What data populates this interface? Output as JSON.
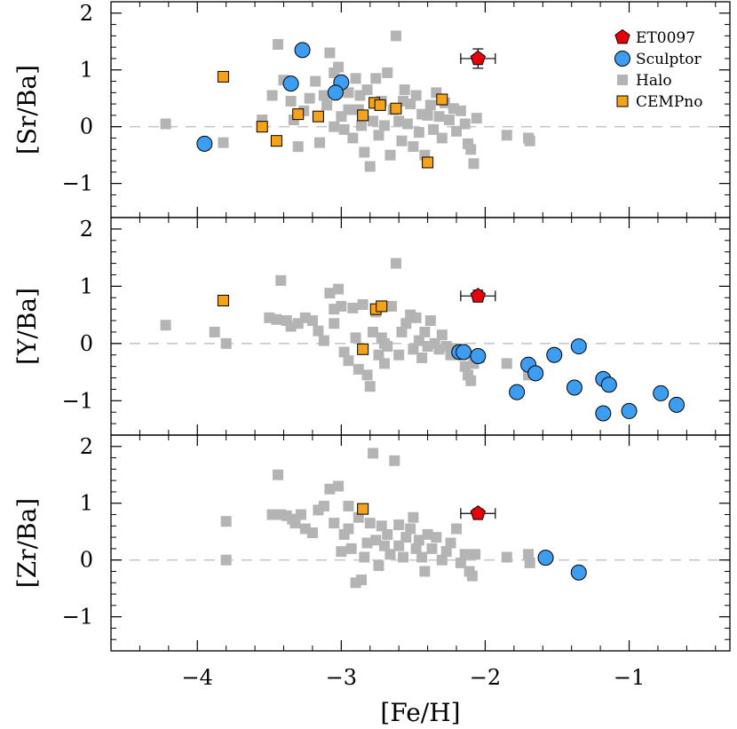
{
  "colors": {
    "et0097": "#e8000b",
    "sculptor": "#3d9df0",
    "halo": "#b4b4b4",
    "cempno": "#f5a31a",
    "zero_line": "#c8c8c8",
    "outline": "#000000"
  },
  "chart_data": {
    "type": "scatter",
    "xlabel": "[Fe/H]",
    "xlim": [
      -4.6,
      -0.3
    ],
    "x_ticks": [
      -4,
      -3,
      -2,
      -1
    ],
    "x_tick_labels": [
      "−4",
      "−3",
      "−2",
      "−1"
    ],
    "legend": {
      "position": "top-right",
      "entries": [
        {
          "name": "ET0097",
          "marker": "pentagon",
          "color": "#e8000b"
        },
        {
          "name": "Sculptor",
          "marker": "circle",
          "color": "#3d9df0"
        },
        {
          "name": "Halo",
          "marker": "square",
          "color": "#b4b4b4"
        },
        {
          "name": "CEMPno",
          "marker": "square",
          "color": "#f5a31a"
        }
      ]
    },
    "panels": [
      {
        "ylabel": "[Sr/Ba]",
        "ylim": [
          -1.6,
          2.2
        ],
        "y_ticks": [
          -1,
          0,
          1,
          2
        ],
        "y_tick_labels": [
          "−1",
          "0",
          "1",
          "2"
        ],
        "zero_line": true,
        "et0097": {
          "x": -2.05,
          "y": 1.2,
          "xerr": 0.12,
          "yerr": 0.17
        },
        "halo": [
          [
            -4.22,
            0.05
          ],
          [
            -3.82,
            -0.28
          ],
          [
            -3.55,
            0.12
          ],
          [
            -3.48,
            0.55
          ],
          [
            -3.44,
            1.45
          ],
          [
            -3.4,
            0.82
          ],
          [
            -3.35,
            0.45
          ],
          [
            -3.33,
            0.12
          ],
          [
            -3.3,
            -0.35
          ],
          [
            -3.26,
            0.28
          ],
          [
            -3.22,
            0.5
          ],
          [
            -3.18,
            0.8
          ],
          [
            -3.15,
            -0.28
          ],
          [
            -3.12,
            0.55
          ],
          [
            -3.1,
            0.38
          ],
          [
            -3.08,
            1.3
          ],
          [
            -3.05,
            0.95
          ],
          [
            -3.02,
            1.05
          ],
          [
            -3.0,
            0.18
          ],
          [
            -2.98,
            -0.05
          ],
          [
            -2.95,
            0.6
          ],
          [
            -2.92,
            -0.2
          ],
          [
            -2.9,
            0.85
          ],
          [
            -2.88,
            0.3
          ],
          [
            -2.86,
            0.02
          ],
          [
            -2.84,
            -0.45
          ],
          [
            -2.82,
            0.65
          ],
          [
            -2.8,
            -0.7
          ],
          [
            -2.78,
            0.1
          ],
          [
            -2.76,
            0.85
          ],
          [
            -2.74,
            -0.15
          ],
          [
            -2.72,
            0.45
          ],
          [
            -2.7,
            0.02
          ],
          [
            -2.68,
            0.95
          ],
          [
            -2.66,
            -0.5
          ],
          [
            -2.64,
            0.3
          ],
          [
            -2.62,
            1.6
          ],
          [
            -2.6,
            0.1
          ],
          [
            -2.58,
            -0.25
          ],
          [
            -2.56,
            0.65
          ],
          [
            -2.54,
            0.05
          ],
          [
            -2.52,
            0.4
          ],
          [
            -2.5,
            -0.35
          ],
          [
            -2.48,
            0.55
          ],
          [
            -2.46,
            -0.1
          ],
          [
            -2.44,
            0.22
          ],
          [
            -2.42,
            -0.5
          ],
          [
            -2.4,
            0.2
          ],
          [
            -2.38,
            0.38
          ],
          [
            -2.36,
            -0.05
          ],
          [
            -2.34,
            0.6
          ],
          [
            -2.32,
            0.18
          ],
          [
            -2.3,
            -0.2
          ],
          [
            -2.28,
            0.42
          ],
          [
            -2.25,
            0.12
          ],
          [
            -2.22,
            0.32
          ],
          [
            -2.2,
            -0.08
          ],
          [
            -2.17,
            0.28
          ],
          [
            -2.14,
            0.05
          ],
          [
            -2.12,
            -0.3
          ],
          [
            -2.1,
            -0.4
          ],
          [
            -2.08,
            -0.65
          ],
          [
            -2.06,
            0.15
          ],
          [
            -1.85,
            -0.15
          ],
          [
            -1.7,
            -0.2
          ],
          [
            -1.69,
            -0.25
          ],
          [
            -3.05,
            0.0
          ],
          [
            -2.87,
            0.55
          ],
          [
            -2.57,
            0.45
          ],
          [
            -2.95,
            0.3
          ]
        ],
        "cempno": [
          [
            -3.82,
            0.88
          ],
          [
            -3.55,
            0.0
          ],
          [
            -3.45,
            -0.25
          ],
          [
            -3.3,
            0.22
          ],
          [
            -3.16,
            0.18
          ],
          [
            -3.04,
            0.6
          ],
          [
            -2.85,
            0.2
          ],
          [
            -2.77,
            0.42
          ],
          [
            -2.73,
            0.38
          ],
          [
            -2.62,
            0.32
          ],
          [
            -2.4,
            -0.63
          ],
          [
            -2.3,
            0.48
          ]
        ],
        "sculptor": [
          [
            -3.95,
            -0.3
          ],
          [
            -3.27,
            1.35
          ],
          [
            -3.35,
            0.76
          ],
          [
            -3.0,
            0.78
          ],
          [
            -3.04,
            0.6
          ]
        ],
        "legend": true
      },
      {
        "ylabel": "[Y/Ba]",
        "ylim": [
          -1.6,
          2.2
        ],
        "y_ticks": [
          -1,
          0,
          1,
          2
        ],
        "y_tick_labels": [
          "−1",
          "0",
          "1",
          "2"
        ],
        "zero_line": true,
        "et0097": {
          "x": -2.05,
          "y": 0.83,
          "xerr": 0.12,
          "yerr": 0.1
        },
        "halo": [
          [
            -4.22,
            0.32
          ],
          [
            -3.88,
            0.2
          ],
          [
            -3.8,
            0.0
          ],
          [
            -3.5,
            0.45
          ],
          [
            -3.45,
            0.42
          ],
          [
            -3.42,
            1.1
          ],
          [
            -3.38,
            0.4
          ],
          [
            -3.35,
            0.3
          ],
          [
            -3.3,
            0.35
          ],
          [
            -3.25,
            0.45
          ],
          [
            -3.2,
            0.4
          ],
          [
            -3.16,
            0.22
          ],
          [
            -3.12,
            0.05
          ],
          [
            -3.08,
            0.88
          ],
          [
            -3.05,
            0.6
          ],
          [
            -3.02,
            0.95
          ],
          [
            -3.0,
            0.65
          ],
          [
            -2.98,
            -0.15
          ],
          [
            -2.95,
            -0.3
          ],
          [
            -2.92,
            0.62
          ],
          [
            -2.9,
            0.1
          ],
          [
            -2.88,
            -0.45
          ],
          [
            -2.85,
            0.68
          ],
          [
            -2.82,
            -0.55
          ],
          [
            -2.8,
            -0.75
          ],
          [
            -2.78,
            0.2
          ],
          [
            -2.76,
            0.55
          ],
          [
            -2.74,
            -0.2
          ],
          [
            -2.72,
            0.1
          ],
          [
            -2.7,
            -0.35
          ],
          [
            -2.68,
            -0.05
          ],
          [
            -2.65,
            0.65
          ],
          [
            -2.62,
            1.4
          ],
          [
            -2.6,
            -0.2
          ],
          [
            -2.58,
            0.2
          ],
          [
            -2.55,
            0.35
          ],
          [
            -2.52,
            0.5
          ],
          [
            -2.5,
            -0.1
          ],
          [
            -2.48,
            0.45
          ],
          [
            -2.46,
            0.05
          ],
          [
            -2.44,
            -0.25
          ],
          [
            -2.42,
            0.2
          ],
          [
            -2.4,
            -0.05
          ],
          [
            -2.38,
            0.4
          ],
          [
            -2.35,
            0.0
          ],
          [
            -2.32,
            -0.1
          ],
          [
            -2.3,
            0.15
          ],
          [
            -2.27,
            -0.05
          ],
          [
            -2.24,
            -0.2
          ],
          [
            -2.2,
            -0.1
          ],
          [
            -2.14,
            -0.4
          ],
          [
            -2.12,
            -0.55
          ],
          [
            -2.1,
            -0.65
          ],
          [
            -2.08,
            -0.35
          ],
          [
            -2.04,
            -0.25
          ],
          [
            -1.85,
            -0.35
          ],
          [
            -1.7,
            -0.55
          ],
          [
            -1.69,
            -0.45
          ],
          [
            -3.05,
            0.35
          ],
          [
            -2.7,
            0.0
          ]
        ],
        "cempno": [
          [
            -3.82,
            0.75
          ],
          [
            -2.85,
            -0.1
          ],
          [
            -2.76,
            0.6
          ],
          [
            -2.72,
            0.65
          ]
        ],
        "sculptor": [
          [
            -2.18,
            -0.15
          ],
          [
            -2.15,
            -0.15
          ],
          [
            -2.05,
            -0.22
          ],
          [
            -1.78,
            -0.85
          ],
          [
            -1.7,
            -0.37
          ],
          [
            -1.65,
            -0.52
          ],
          [
            -1.52,
            -0.2
          ],
          [
            -1.38,
            -0.77
          ],
          [
            -1.35,
            -0.05
          ],
          [
            -1.18,
            -0.62
          ],
          [
            -1.14,
            -0.72
          ],
          [
            -1.18,
            -1.22
          ],
          [
            -1.0,
            -1.18
          ],
          [
            -0.78,
            -0.87
          ],
          [
            -0.67,
            -1.07
          ]
        ],
        "legend": false
      },
      {
        "ylabel": "[Zr/Ba]",
        "ylim": [
          -1.6,
          2.2
        ],
        "y_ticks": [
          -1,
          0,
          1,
          2
        ],
        "y_tick_labels": [
          "−1",
          "0",
          "1",
          "2"
        ],
        "zero_line": true,
        "et0097": {
          "x": -2.05,
          "y": 0.82,
          "xerr": 0.12,
          "yerr": 0.08
        },
        "halo": [
          [
            -3.8,
            0.68
          ],
          [
            -3.8,
            0.0
          ],
          [
            -3.48,
            0.8
          ],
          [
            -3.44,
            1.5
          ],
          [
            -3.42,
            0.8
          ],
          [
            -3.38,
            0.78
          ],
          [
            -3.34,
            0.72
          ],
          [
            -3.32,
            0.65
          ],
          [
            -3.28,
            0.8
          ],
          [
            -3.25,
            0.55
          ],
          [
            -3.2,
            0.48
          ],
          [
            -3.16,
            0.88
          ],
          [
            -3.12,
            0.95
          ],
          [
            -3.08,
            1.25
          ],
          [
            -3.05,
            0.65
          ],
          [
            -3.02,
            1.3
          ],
          [
            -3.0,
            0.15
          ],
          [
            -2.98,
            0.45
          ],
          [
            -2.95,
            0.55
          ],
          [
            -2.93,
            0.2
          ],
          [
            -2.9,
            -0.4
          ],
          [
            -2.88,
            0.75
          ],
          [
            -2.86,
            -0.35
          ],
          [
            -2.84,
            0.05
          ],
          [
            -2.82,
            0.3
          ],
          [
            -2.8,
            0.65
          ],
          [
            -2.78,
            1.88
          ],
          [
            -2.76,
            0.35
          ],
          [
            -2.74,
            -0.1
          ],
          [
            -2.72,
            0.6
          ],
          [
            -2.7,
            0.25
          ],
          [
            -2.68,
            0.45
          ],
          [
            -2.66,
            0.1
          ],
          [
            -2.63,
            1.75
          ],
          [
            -2.6,
            0.25
          ],
          [
            -2.57,
            0.05
          ],
          [
            -2.55,
            0.4
          ],
          [
            -2.52,
            0.55
          ],
          [
            -2.5,
            0.75
          ],
          [
            -2.48,
            0.2
          ],
          [
            -2.46,
            0.35
          ],
          [
            -2.44,
            0.05
          ],
          [
            -2.42,
            -0.2
          ],
          [
            -2.4,
            0.45
          ],
          [
            -2.37,
            0.2
          ],
          [
            -2.34,
            0.4
          ],
          [
            -2.3,
            0.0
          ],
          [
            -2.27,
            0.15
          ],
          [
            -2.24,
            0.3
          ],
          [
            -2.2,
            0.55
          ],
          [
            -2.17,
            -0.05
          ],
          [
            -2.14,
            0.1
          ],
          [
            -2.11,
            -0.2
          ],
          [
            -2.09,
            -0.28
          ],
          [
            -2.07,
            0.1
          ],
          [
            -1.85,
            0.05
          ],
          [
            -1.7,
            0.1
          ],
          [
            -1.69,
            -0.05
          ],
          [
            -2.95,
            0.95
          ],
          [
            -2.6,
            0.62
          ]
        ],
        "cempno": [
          [
            -2.85,
            0.9
          ]
        ],
        "sculptor": [
          [
            -1.58,
            0.04
          ],
          [
            -1.35,
            -0.22
          ]
        ],
        "legend": false
      }
    ]
  }
}
